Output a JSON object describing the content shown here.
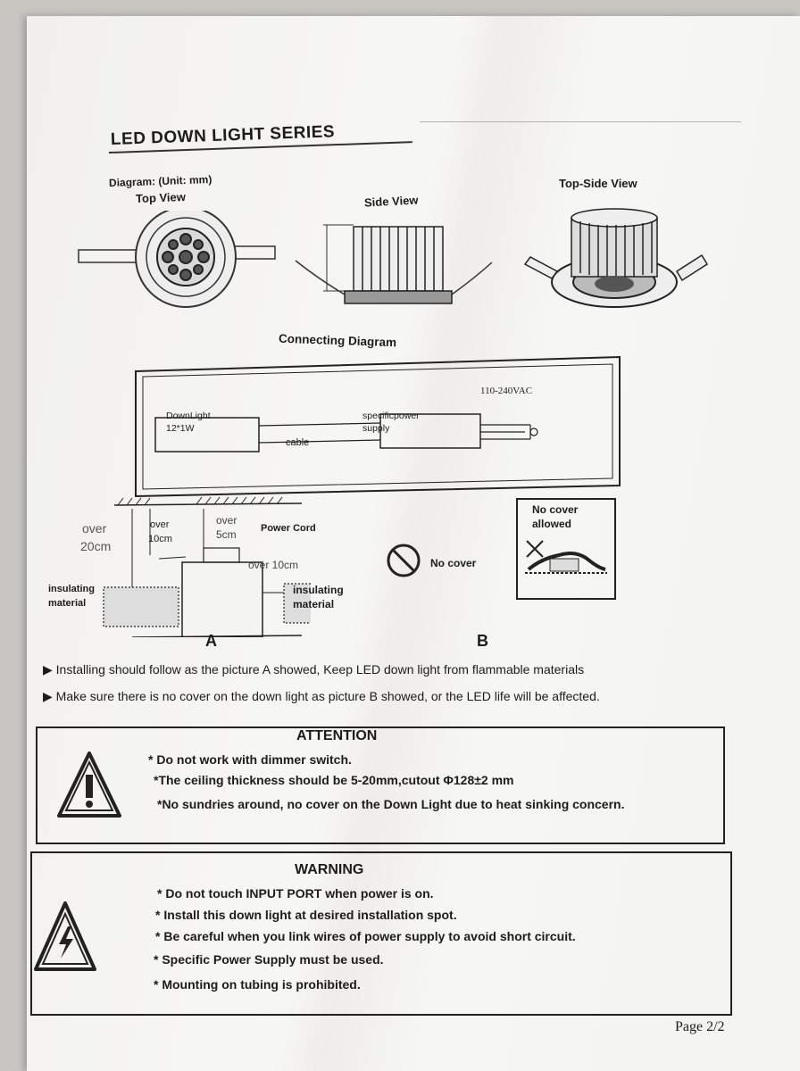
{
  "header": {
    "title": "LED DOWN LIGHT SERIES",
    "diagram_label": "Diagram:  (Unit: mm)"
  },
  "views": {
    "top": "Top View",
    "side": "Side View",
    "top_side": "Top-Side View"
  },
  "connecting": {
    "title": "Connecting Diagram",
    "voltage": "110-240VAC",
    "downlight_line1": "DownLight",
    "downlight_line2": "12*1W",
    "supply_line1": "specificpower",
    "supply_line2": "supply",
    "cable": "cable"
  },
  "install": {
    "over_20": "over",
    "over_20_val": "20cm",
    "over_10": "over",
    "over_10_val": "10cm",
    "over_5": "over",
    "over_5_val": "5cm",
    "power_cord": "Power Cord",
    "over_10cm": "over 10cm",
    "insulating_left_1": "insulating",
    "insulating_left_2": "material",
    "insulating_right_1": "insulating",
    "insulating_right_2": "material",
    "label_a": "A",
    "no_cover": "No cover",
    "no_cover_allowed_1": "No cover",
    "no_cover_allowed_2": "allowed",
    "label_b": "B"
  },
  "bullets": [
    "Installing should follow as the picture A showed, Keep LED down light from flammable materials",
    "Make sure there is no cover on the down light as picture B showed, or the LED life will be affected."
  ],
  "attention": {
    "title": "ATTENTION",
    "lines": [
      "* Do not work with dimmer switch.",
      "*The ceiling thickness should be 5-20mm,cutout Φ128±2 mm",
      "*No sundries around, no cover on the Down Light due to heat sinking concern."
    ]
  },
  "warning": {
    "title": "WARNING",
    "lines": [
      "* Do not touch INPUT PORT when power is on.",
      "* Install this down light at desired installation spot.",
      "* Be careful when you link wires of power supply to avoid short circuit.",
      "* Specific Power Supply must be used.",
      "* Mounting on tubing is prohibited."
    ]
  },
  "footer": {
    "page": "Page 2/2"
  },
  "colors": {
    "ink": "#1c1c1c",
    "paper": "#f4f4f2",
    "background": "#c9c6c1"
  }
}
